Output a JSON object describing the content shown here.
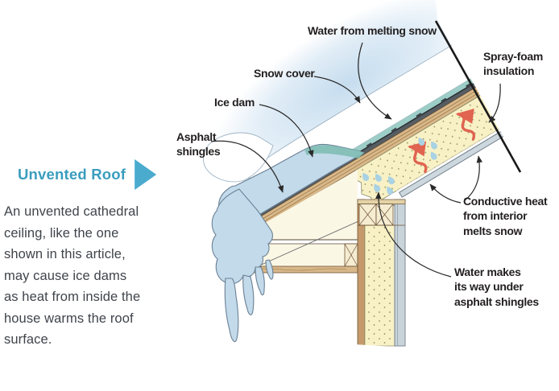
{
  "article": {
    "heading": "Unvented Roof",
    "body": "An unvented cathedral\nceiling, like the one\nshown in this article,\nmay cause ice dams\nas heat from inside the\nhouse warms the roof\nsurface."
  },
  "diagram": {
    "labels": {
      "water_from_melting_snow": "Water from melting snow",
      "snow_cover": "Snow cover",
      "ice_dam": "Ice dam",
      "asphalt_shingles": "Asphalt\nshingles",
      "spray_foam_insulation": "Spray-foam\ninsulation",
      "conductive_heat": "Conductive heat\nfrom interior\nmelts snow",
      "water_under_shingles": "Water makes\nits way under\nasphalt shingles"
    },
    "colors": {
      "heading_teal": "#3A9DBE",
      "arrow_teal": "#4AABCF",
      "body_text": "#3F444B",
      "label_text": "#231F20",
      "haze_blue": "#C3DBEE",
      "snow_white": "#FFFFFF",
      "ice_blue": "#C2DAEA",
      "meltwater_teal": "#7FBCB4",
      "film_teal": "#9CCDC6",
      "foam_yellow": "#F8F1C6",
      "sheathing_tan": "#D8B88A",
      "shingle_gray": "#565D63",
      "drywall_gray": "#CCD7DE",
      "heat_red": "#E06450",
      "droplet_blue": "#A9D2E4",
      "leader_black": "#2A2A2A"
    }
  }
}
